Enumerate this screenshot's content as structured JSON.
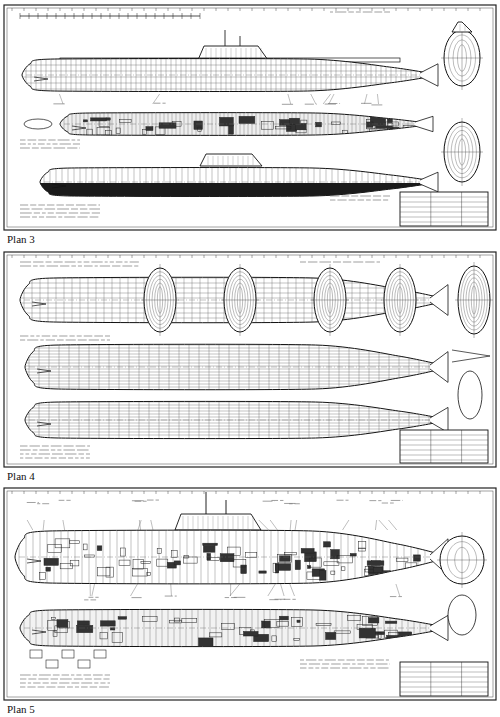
{
  "diagram": {
    "labels": [
      "Plan 3",
      "Plan 4",
      "Plan 5"
    ]
  }
}
